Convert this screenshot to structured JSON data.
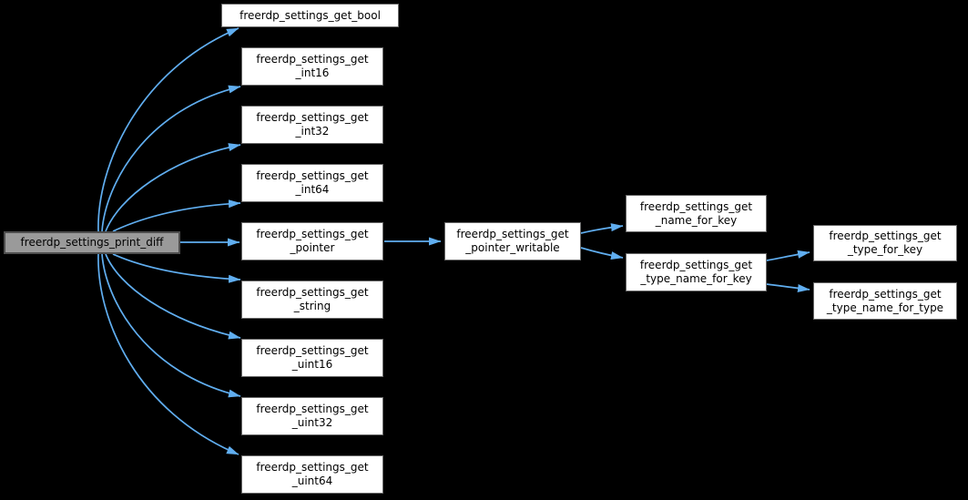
{
  "diagram": {
    "type": "call-graph",
    "background_color": "#000000",
    "edge_color": "#60aef0",
    "node_fill": "#ffffff",
    "node_border": "#696969",
    "node_text_color": "#000000",
    "highlight_node_fill": "#9a9a9a",
    "highlight_node_border": "#4e4e4e",
    "nodes": {
      "print_diff": {
        "label": "freerdp_settings_print_diff"
      },
      "get_bool": {
        "label": "freerdp_settings_get_bool"
      },
      "get_int16": {
        "line1": "freerdp_settings_get",
        "line2": "_int16"
      },
      "get_int32": {
        "line1": "freerdp_settings_get",
        "line2": "_int32"
      },
      "get_int64": {
        "line1": "freerdp_settings_get",
        "line2": "_int64"
      },
      "get_pointer": {
        "line1": "freerdp_settings_get",
        "line2": "_pointer"
      },
      "get_string": {
        "line1": "freerdp_settings_get",
        "line2": "_string"
      },
      "get_uint16": {
        "line1": "freerdp_settings_get",
        "line2": "_uint16"
      },
      "get_uint32": {
        "line1": "freerdp_settings_get",
        "line2": "_uint32"
      },
      "get_uint64": {
        "line1": "freerdp_settings_get",
        "line2": "_uint64"
      },
      "get_pointer_writable": {
        "line1": "freerdp_settings_get",
        "line2": "_pointer_writable"
      },
      "get_name_for_key": {
        "line1": "freerdp_settings_get",
        "line2": "_name_for_key"
      },
      "get_type_name_for_key": {
        "line1": "freerdp_settings_get",
        "line2": "_type_name_for_key"
      },
      "get_type_for_key": {
        "line1": "freerdp_settings_get",
        "line2": "_type_for_key"
      },
      "get_type_name_for_type": {
        "line1": "freerdp_settings_get",
        "line2": "_type_name_for_type"
      }
    },
    "edges": [
      {
        "from": "freerdp_settings_print_diff",
        "to": "freerdp_settings_get_bool"
      },
      {
        "from": "freerdp_settings_print_diff",
        "to": "freerdp_settings_get_int16"
      },
      {
        "from": "freerdp_settings_print_diff",
        "to": "freerdp_settings_get_int32"
      },
      {
        "from": "freerdp_settings_print_diff",
        "to": "freerdp_settings_get_int64"
      },
      {
        "from": "freerdp_settings_print_diff",
        "to": "freerdp_settings_get_pointer"
      },
      {
        "from": "freerdp_settings_print_diff",
        "to": "freerdp_settings_get_string"
      },
      {
        "from": "freerdp_settings_print_diff",
        "to": "freerdp_settings_get_uint16"
      },
      {
        "from": "freerdp_settings_print_diff",
        "to": "freerdp_settings_get_uint32"
      },
      {
        "from": "freerdp_settings_print_diff",
        "to": "freerdp_settings_get_uint64"
      },
      {
        "from": "freerdp_settings_get_pointer",
        "to": "freerdp_settings_get_pointer_writable"
      },
      {
        "from": "freerdp_settings_get_pointer_writable",
        "to": "freerdp_settings_get_name_for_key"
      },
      {
        "from": "freerdp_settings_get_pointer_writable",
        "to": "freerdp_settings_get_type_name_for_key"
      },
      {
        "from": "freerdp_settings_get_type_name_for_key",
        "to": "freerdp_settings_get_type_for_key"
      },
      {
        "from": "freerdp_settings_get_type_name_for_key",
        "to": "freerdp_settings_get_type_name_for_type"
      }
    ]
  }
}
